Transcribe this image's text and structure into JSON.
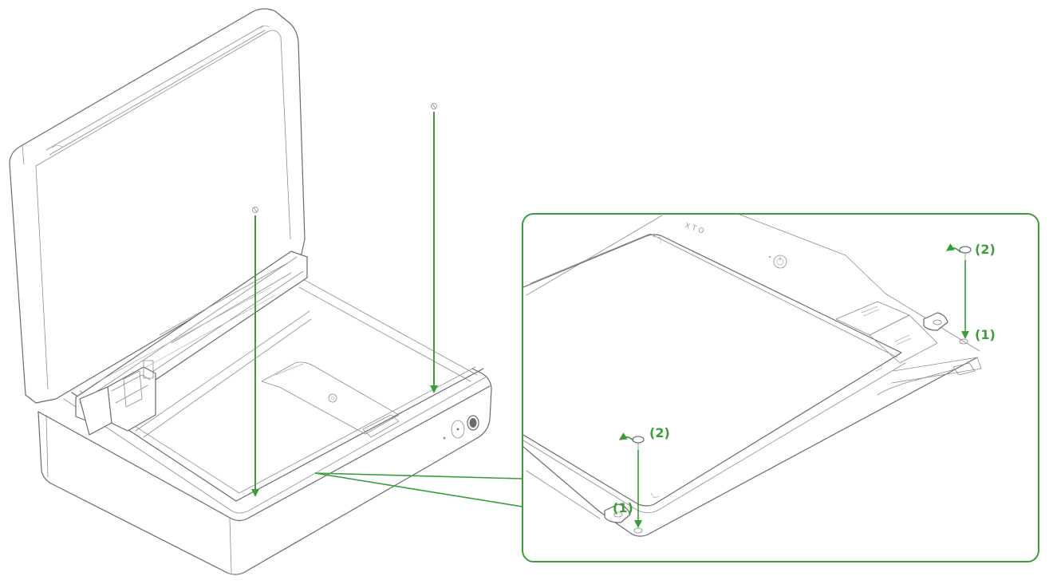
{
  "diagram": {
    "accent_color": "#3a9d3a",
    "line_color": "#6b6b6b",
    "background": "#ffffff",
    "callouts": [
      {
        "id": "step-2-top",
        "label": "(2)"
      },
      {
        "id": "step-1-top",
        "label": "(1)"
      },
      {
        "id": "step-2-bottom",
        "label": "(2)"
      },
      {
        "id": "step-1-bottom",
        "label": "(1)"
      }
    ],
    "icons": [
      "screw-icon",
      "rotate-arrow-icon",
      "power-button-icon"
    ]
  }
}
